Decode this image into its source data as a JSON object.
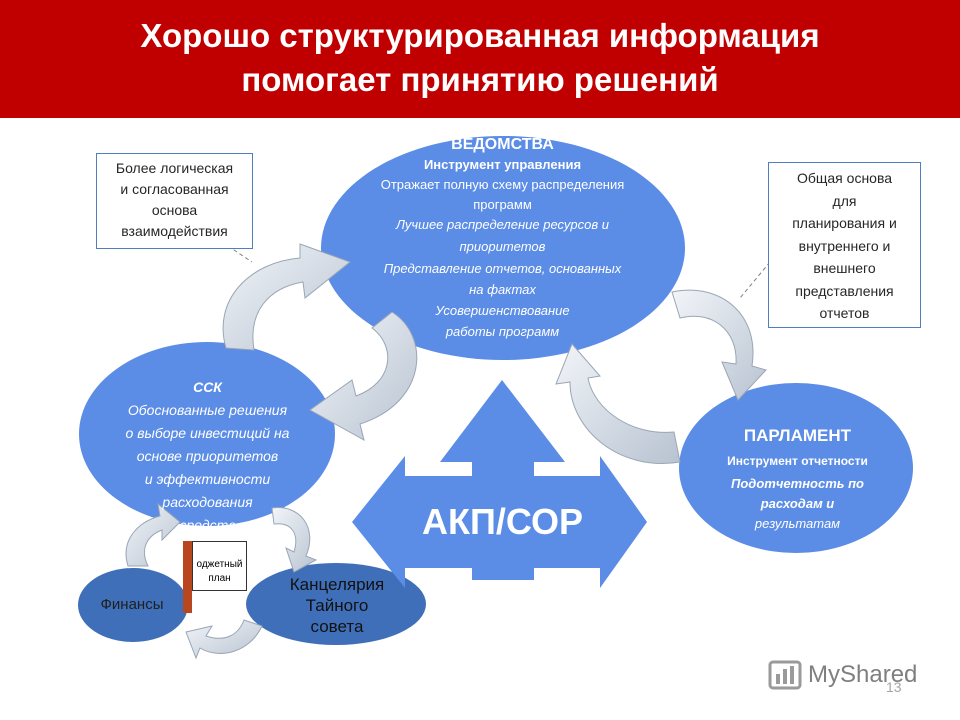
{
  "header": {
    "title_line1": "Хорошо структурированная информация",
    "title_line2": "помогает принятию решений",
    "background": "#c00000"
  },
  "vedomstva": {
    "title": "ВЕДОМСТВА",
    "subtitle": "Инструмент управления",
    "lines": [
      "Отражает полную схему распределения",
      "программ",
      "Лучшее распределение ресурсов и",
      "приоритетов",
      "Представление отчетов, основанных",
      "на фактах",
      "Усовершенствование",
      "работы программ"
    ]
  },
  "ssk": {
    "title": "ССК",
    "lines": [
      "Обоснованные решения",
      "о выборе инвестиций на",
      "основе приоритетов",
      "и эффективности",
      "расходования",
      "средств"
    ]
  },
  "parlament": {
    "title": "ПАРЛАМЕНТ",
    "subtitle": "Инструмент отчетности",
    "lines": [
      "Подотчетность по",
      "расходам и",
      "результатам"
    ]
  },
  "akp": {
    "label": "АКП/СОР"
  },
  "finansy": {
    "label": "Финансы"
  },
  "kancelyariya": {
    "lines": [
      "Канцелярия",
      "Тайного",
      "совета"
    ]
  },
  "budget": {
    "lines": [
      "оджетный",
      "план"
    ]
  },
  "note_left": {
    "lines": [
      "Более логическая",
      "и согласованная",
      "основа",
      "взаимодействия"
    ]
  },
  "note_right": {
    "lines": [
      "Общая основа",
      "для",
      "планирования и",
      "внутреннего и",
      "внешнего",
      "представления",
      "отчетов"
    ]
  },
  "watermark": {
    "text": "MyShared",
    "page": "13"
  },
  "colors": {
    "ellipse": "#5b8ce6",
    "dark_ellipse": "#3f6fb8",
    "arrow": "#c9d2de",
    "akp": "#5b8ce6"
  }
}
